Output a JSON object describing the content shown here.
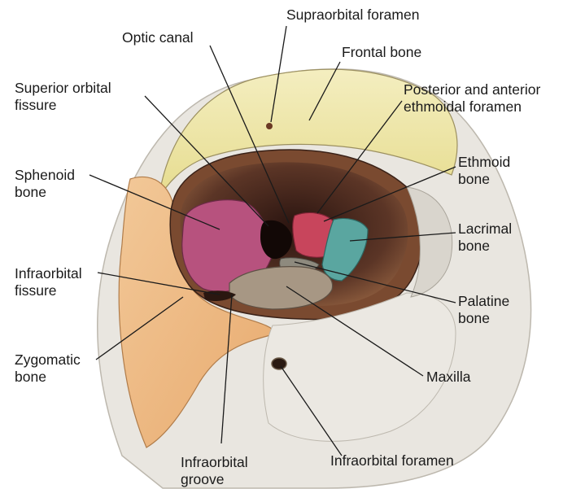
{
  "labels": {
    "supraorbital_foramen": [
      "Supraorbital foramen"
    ],
    "optic_canal": [
      "Optic canal"
    ],
    "frontal_bone": [
      "Frontal bone"
    ],
    "superior_orbital_fissure": [
      "Superior orbital",
      "fissure"
    ],
    "ethmoidal_foramen": [
      "Posterior and anterior",
      "ethmoidal foramen"
    ],
    "sphenoid_bone": [
      "Sphenoid",
      "bone"
    ],
    "ethmoid_bone": [
      "Ethmoid",
      "bone"
    ],
    "lacrimal_bone": [
      "Lacrimal",
      "bone"
    ],
    "infraorbital_fissure": [
      "Infraorbital",
      "fissure"
    ],
    "palatine_bone": [
      "Palatine",
      "bone"
    ],
    "zygomatic_bone": [
      "Zygomatic",
      "bone"
    ],
    "maxilla": [
      "Maxilla"
    ],
    "infraorbital_foramen": [
      "Infraorbital foramen"
    ],
    "infraorbital_groove": [
      "Infraorbital",
      "groove"
    ]
  },
  "colors": {
    "frontal": "#efe7a6",
    "sphenoid": "#b7527e",
    "ethmoid": "#c8455c",
    "lacrimal": "#5aa6a0",
    "palatine": "#8e8a7e",
    "maxilla": "#a79784",
    "zygomatic": "#efbd88",
    "skull": "#e7e4de",
    "orbit_shadow": "#4a2a1e"
  }
}
